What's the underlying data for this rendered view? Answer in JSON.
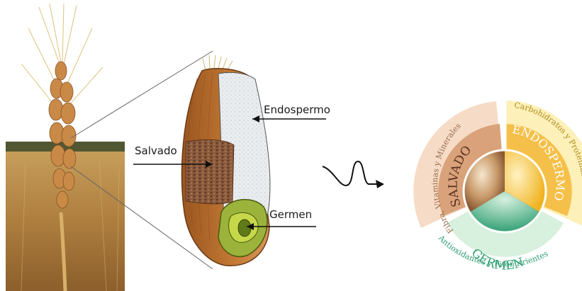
{
  "grain_labels": {
    "endosperm": "Endospermo",
    "bran": "Salvado",
    "germ": "Germen"
  },
  "wheel": {
    "salvado": {
      "name": "SALVADO",
      "benefit": "Fibra, Vitaminas y Minerales",
      "color": "#d9a27a"
    },
    "endospermo": {
      "name": "ENDOSPERMO",
      "benefit": "Carbohidratos y Proteínas",
      "color": "#f5c04a"
    },
    "germen": {
      "name": "GERMEN",
      "benefit": "Antioxidantes y Fitonutrientes",
      "color": "#7cc9a0"
    }
  },
  "colors": {
    "field": "#b88a45",
    "sky": "#ffffff",
    "bran_husk": "#b8702c",
    "endosperm_fill": "#e8ecef",
    "germ_fill": "#9bb33a",
    "germ_text": "#2e9e72"
  },
  "icons": [
    "wheat-ear-photo",
    "grain-cross-section",
    "squiggle-arrow-icon",
    "nutrient-wheel"
  ]
}
